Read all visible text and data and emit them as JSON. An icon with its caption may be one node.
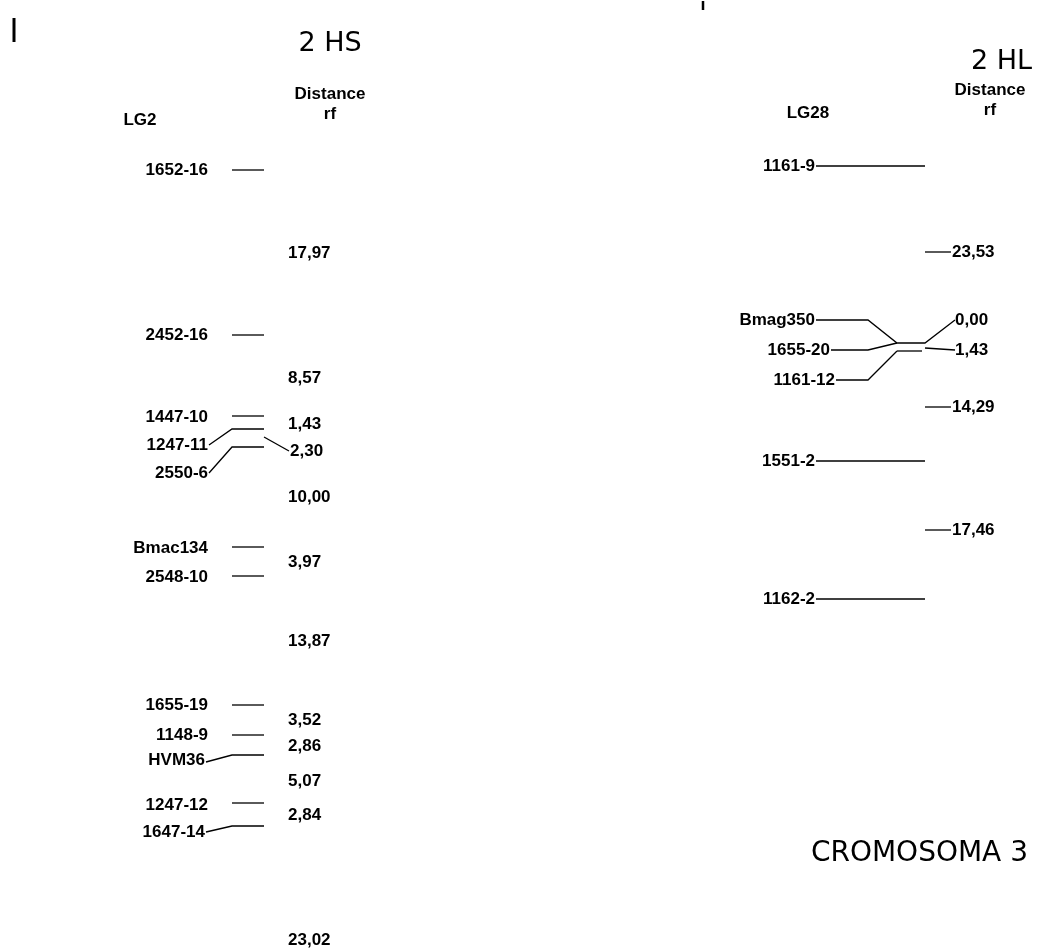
{
  "diagram": {
    "labels": [
      "2 HS",
      "Distance rf",
      "LG2",
      "1652-16",
      "2452-16",
      "1447-10",
      "1247-11",
      "2550-6",
      "Bmac134",
      "2548-10",
      "1655-19",
      "1148-9",
      "HVM36",
      "1247-12",
      "1647-14",
      "17,97",
      "8,57",
      "1,43",
      "2,30",
      "10,00",
      "3,97",
      "13,87",
      "3,52",
      "2,86",
      "5,07",
      "2,84",
      "23,02",
      "2 HL",
      "Distance rf",
      "LG28",
      "1161-9",
      "23,53",
      "Bmag350",
      "0,00",
      "1655-20",
      "1,43",
      "1161-12",
      "14,29",
      "1551-2",
      "17,46",
      "1162-2",
      "CROMOSOMA 3"
    ]
  }
}
